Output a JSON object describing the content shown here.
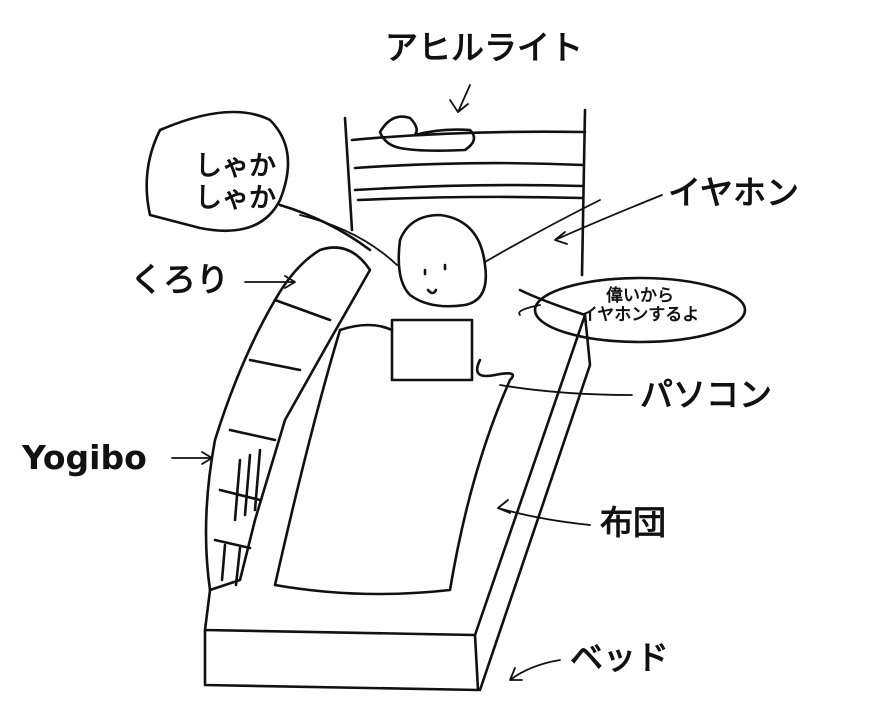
{
  "labels": {
    "duck_light": "アヒルライト",
    "shaka_line1": "しゃか",
    "shaka_line2": "しゃか",
    "earphones": "イヤホン",
    "kurori": "くろり",
    "bubble_line1": "偉いから",
    "bubble_line2": "イヤホンするよ",
    "pc": "パソコン",
    "yogibo": "Yogibo",
    "futon": "布団",
    "bed": "ベッド"
  }
}
